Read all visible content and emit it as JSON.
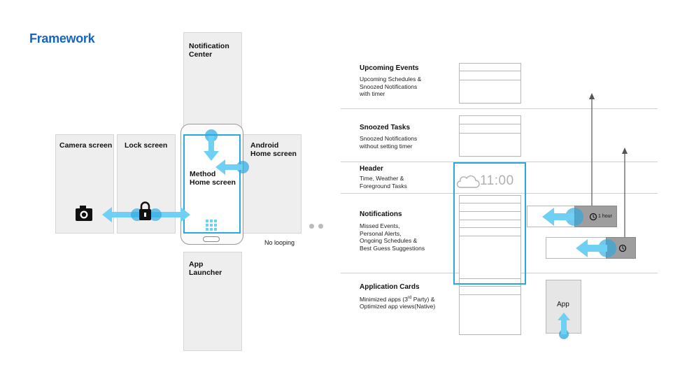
{
  "title": "Framework",
  "panels": {
    "notification_center": "Notification\nCenter",
    "camera": "Camera screen",
    "lock": "Lock screen",
    "method_home": "Method\nHome screen",
    "android_home": "Android\nHome screen",
    "app_launcher": "App\nLauncher"
  },
  "no_looping": "No looping",
  "sections": [
    {
      "title": "Upcoming Events",
      "desc": "Upcoming Schedules &\nSnoozed Notifications\nwith timer"
    },
    {
      "title": "Snoozed Tasks",
      "desc": "Snoozed Notifications\nwithout setting timer"
    },
    {
      "title": "Header",
      "desc": "Time, Weather &\nForeground Tasks"
    },
    {
      "title": "Notifications",
      "desc": "Missed Events,\nPersonal Alerts,\nOngoing Schedules &\nBest Guess Suggestions"
    },
    {
      "title": "Application Cards",
      "desc_pre": "Minimized apps (3",
      "desc_sup": "rd",
      "desc_post": " Party) &\nOptimized app views(Native)"
    }
  ],
  "clock": "11:00",
  "snooze_label": "1 hour",
  "app_label": "App",
  "colors": {
    "title": "#1565c0",
    "accent": "#29a8e0",
    "arrow": "#6fd0f5"
  }
}
